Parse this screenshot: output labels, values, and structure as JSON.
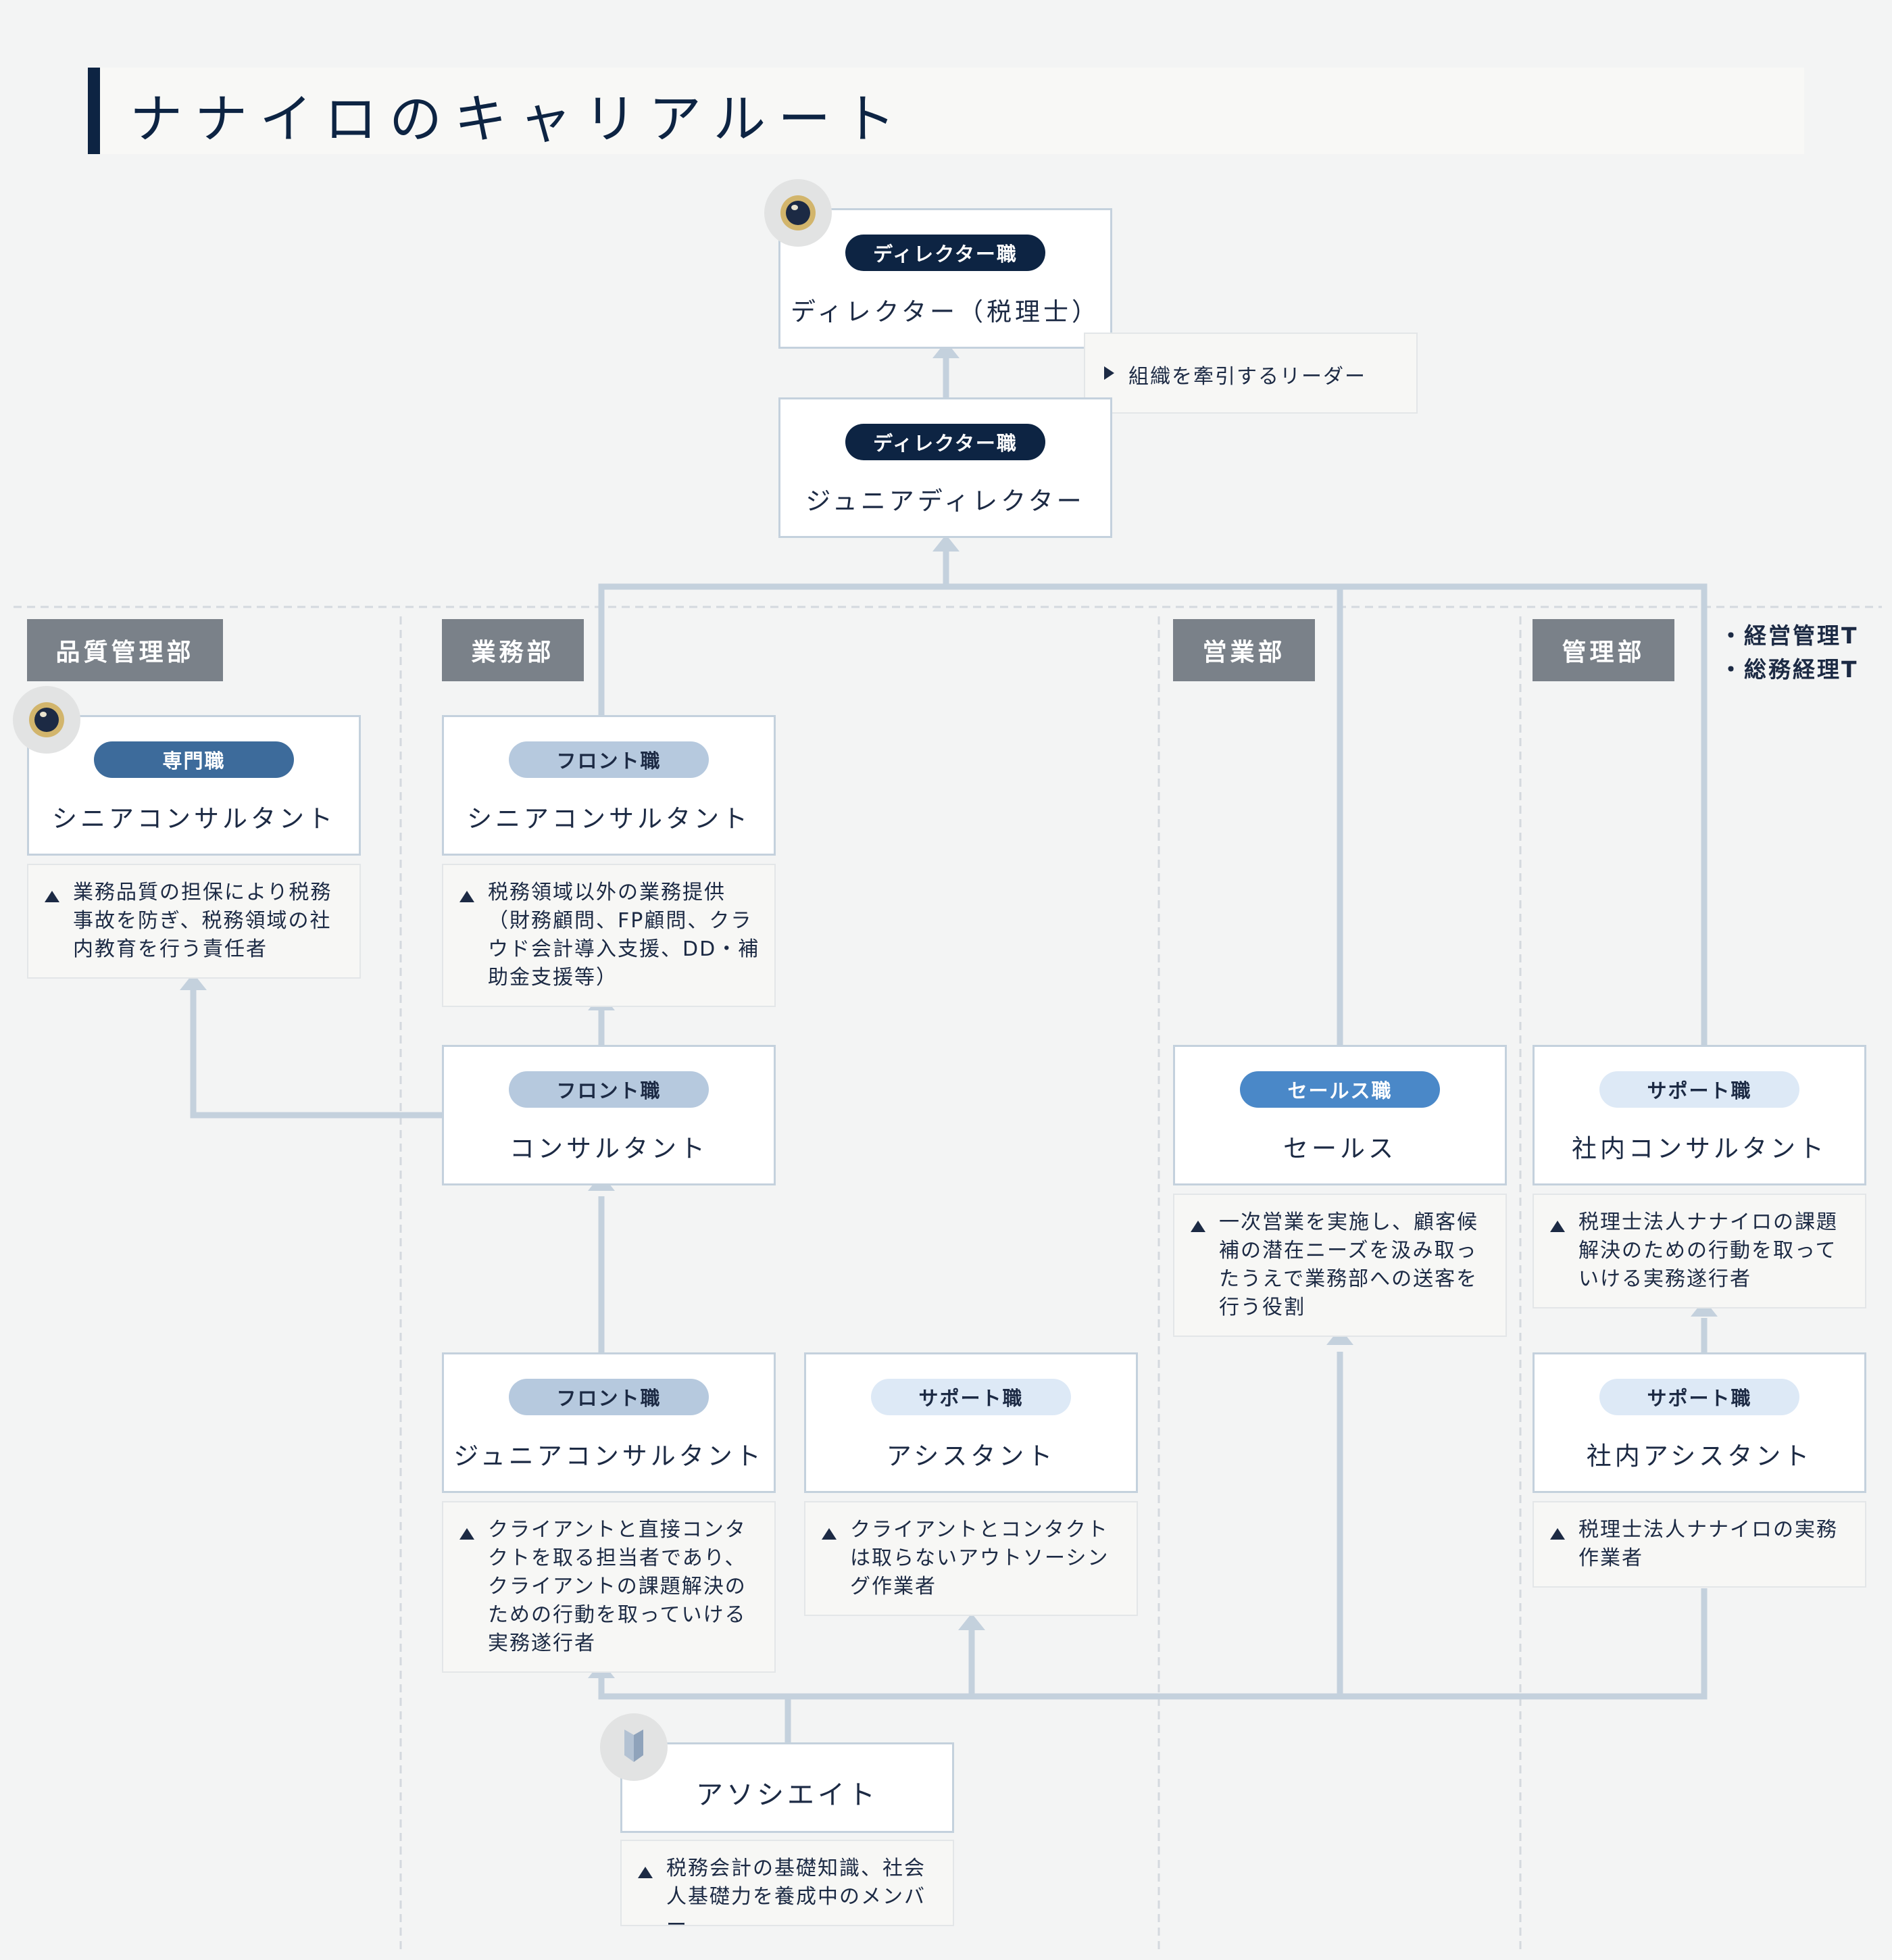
{
  "title": "ナナイロのキャリアルート",
  "departments": {
    "quality": "品質管理部",
    "business": "業務部",
    "sales": "営業部",
    "admin": "管理部"
  },
  "admin_teams": [
    "・経営管理T",
    "・総務経理T"
  ],
  "roles": {
    "director": {
      "category": "ディレクター職",
      "title": "ディレクター（税理士）"
    },
    "director_note": "組織を牽引するリーダー",
    "junior_director": {
      "category": "ディレクター職",
      "title": "ジュニアディレクター"
    },
    "quality_senior": {
      "category": "専門職",
      "title": "シニアコンサルタント",
      "note": "業務品質の担保により税務事故を防ぎ、税務領域の社内教育を行う責任者"
    },
    "front_senior": {
      "category": "フロント職",
      "title": "シニアコンサルタント",
      "note": "税務領域以外の業務提供（財務顧問、FP顧問、クラウド会計導入支援、DD・補助金支援等）"
    },
    "front_consultant": {
      "category": "フロント職",
      "title": "コンサルタント"
    },
    "sales": {
      "category": "セールス職",
      "title": "セールス",
      "note": "一次営業を実施し、顧客候補の潜在ニーズを汲み取ったうえで業務部への送客を行う役割"
    },
    "internal_consultant": {
      "category": "サポート職",
      "title": "社内コンサルタント",
      "note": "税理士法人ナナイロの課題解決のための行動を取っていける実務遂行者"
    },
    "front_junior": {
      "category": "フロント職",
      "title": "ジュニアコンサルタント",
      "note": "クライアントと直接コンタクトを取る担当者であり、クライアントの課題解決のための行動を取っていける実務遂行者"
    },
    "assistant": {
      "category": "サポート職",
      "title": "アシスタント",
      "note": "クライアントとコンタクトは取らないアウトソーシング作業者"
    },
    "internal_assistant": {
      "category": "サポート職",
      "title": "社内アシスタント",
      "note": "税理士法人ナナイロの実務作業者"
    },
    "associate": {
      "title": "アソシエイト",
      "note": "税務会計の基礎知識、社会人基礎力を養成中のメンバー"
    }
  },
  "colors": {
    "navy": "#0d2443",
    "connector": "#c4d1dd",
    "dept_header": "#7a8189"
  },
  "icons": [
    "medal-icon",
    "medal-icon",
    "beginner-mark-icon"
  ]
}
